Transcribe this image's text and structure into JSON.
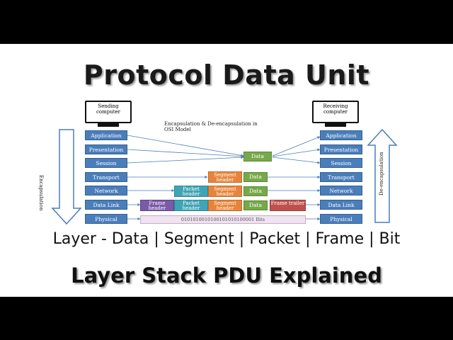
{
  "title": "Protocol Data Unit",
  "subtitle": "Layer - Data | Segment | Packet | Frame | Bit",
  "tagline": "Layer Stack PDU Explained",
  "diagram": {
    "caption": "Encapsulation & De-encapsulation in OSI Model",
    "sending_computer": "Sending computer",
    "receiving_computer": "Receiving computer",
    "left_arrow_label": "Encapsulation",
    "right_arrow_label": "De-encapsulation",
    "layers": [
      "Application",
      "Presentation",
      "Session",
      "Transport",
      "Network",
      "Data Link",
      "Physical"
    ],
    "data_label": "Data",
    "segment_header": "Segment header",
    "packet_header": "Packet header",
    "frame_header": "Frame header",
    "frame_trailer": "Frame trailer",
    "bits": "0101010010100101010100001 Bits",
    "colors": {
      "layer": "#4a7ebb",
      "data": "#77a94a",
      "segment": "#e8843a",
      "packet": "#3fa4b5",
      "frame_header": "#7b5aa6",
      "frame_trailer": "#c0504d"
    }
  }
}
